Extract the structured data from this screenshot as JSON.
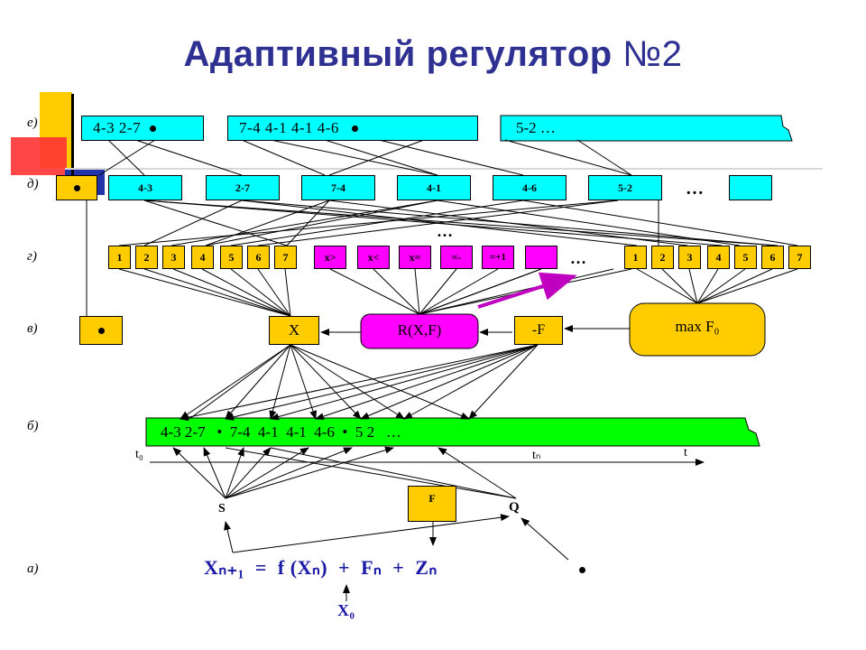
{
  "title": {
    "main": "Адаптивный регулятор",
    "num": "№2"
  },
  "row_labels": [
    "е)",
    "д)",
    "г)",
    "в)",
    "б)",
    "а)"
  ],
  "row_e": {
    "box1": "4-3   2-7",
    "box2": "7-4   4-1   4-1   4-6",
    "box3": "5-2 …"
  },
  "row_d": {
    "items": [
      "4-3",
      "2-7",
      "7-4",
      "4-1",
      "4-6",
      "5-2"
    ],
    "ellipsis": "…"
  },
  "row_g": {
    "left_nums": [
      "1",
      "2",
      "3",
      "4",
      "5",
      "6",
      "7"
    ],
    "ops": [
      "x>",
      "x<",
      "x=",
      "=-",
      "=+1"
    ],
    "ellipsis_top": "…",
    "ellipsis_mid": "…",
    "right_nums": [
      "1",
      "2",
      "3",
      "4",
      "5",
      "6",
      "7"
    ]
  },
  "row_v": {
    "x": "X",
    "r": "R(X,F)",
    "negf": "-F",
    "maxf": "max F₀"
  },
  "row_b": {
    "text": "4-3 2-7   •  7-4  4-1  4-1  4-6  •  5 2   …",
    "t0": "t₀",
    "tn": "tₙ",
    "t": "t"
  },
  "row_a": {
    "s": "S",
    "q": "Q",
    "f": "F",
    "formula": "Xₙ₊₁  =  f (Xₙ)  +  Fₙ  +  Zₙ",
    "x0": "X₀"
  },
  "colors": {
    "title": "#2e3192",
    "cyan": "#00ffff",
    "yellow": "#ffcc00",
    "magenta": "#ff00ff",
    "green": "#00ff00",
    "formula": "#1a1aa6"
  }
}
